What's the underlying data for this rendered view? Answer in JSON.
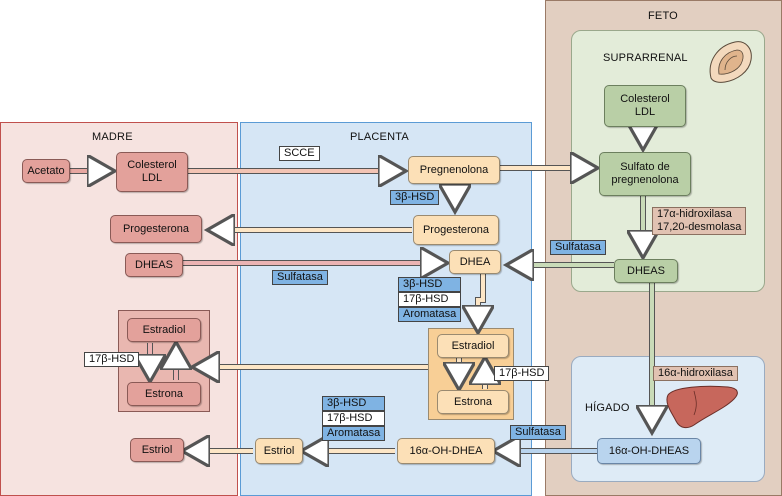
{
  "regions": {
    "madre": "MADRE",
    "placenta": "PLACENTA",
    "feto": "FETO",
    "suprarrenal": "SUPRARRENAL",
    "higado": "HÍGADO"
  },
  "nodes": {
    "acetato": "Acetato",
    "colesterol_madre_1": "Colesterol",
    "colesterol_madre_2": "LDL",
    "pregnenolona": "Pregnenolona",
    "progesterona_placenta": "Progesterona",
    "progesterona_madre": "Progesterona",
    "dheas_madre": "DHEAS",
    "dhea_placenta": "DHEA",
    "colesterol_feto_1": "Colesterol",
    "colesterol_feto_2": "LDL",
    "sulfato_preg_1": "Sulfato de",
    "sulfato_preg_2": "pregnenolona",
    "dheas_feto": "DHEAS",
    "estradiol_madre": "Estradiol",
    "estrona_madre": "Estrona",
    "estradiol_placenta": "Estradiol",
    "estrona_placenta": "Estrona",
    "oh_dheas": "16α-OH-DHEAS",
    "oh_dhea": "16α-OH-DHEA",
    "estriol_placenta": "Estriol",
    "estriol_madre": "Estriol"
  },
  "enzymes": {
    "scce": "SCCE",
    "hsd3_preg": "3β-HSD",
    "sulfatasa_dheas": "Sulfatasa",
    "sulfatasa_feto": "Sulfatasa",
    "stack_1": [
      "3β-HSD",
      "17β-HSD",
      "Aromatasa"
    ],
    "hsd17_madre": "17β-HSD",
    "hsd17_placenta": "17β-HSD",
    "hidroxilasa_17": "17α-hidroxilasa",
    "desmolasa": "17,20-desmolasa",
    "hidroxilasa_16": "16α-hidroxilasa",
    "stack_2": [
      "3β-HSD",
      "17β-HSD",
      "Aromatasa"
    ],
    "sulfatasa_oh": "Sulfatasa"
  },
  "colors": {
    "madre_bg": "#f6e3e0",
    "madre_border": "#c0504d",
    "placenta_bg": "#d6e6f5",
    "placenta_border": "#5b9bd5",
    "feto_bg": "#e2cfc1",
    "feto_border": "#9a7a66",
    "suprarrenal_bg": "#e3ecd9",
    "higado_bg": "#deebf6"
  }
}
